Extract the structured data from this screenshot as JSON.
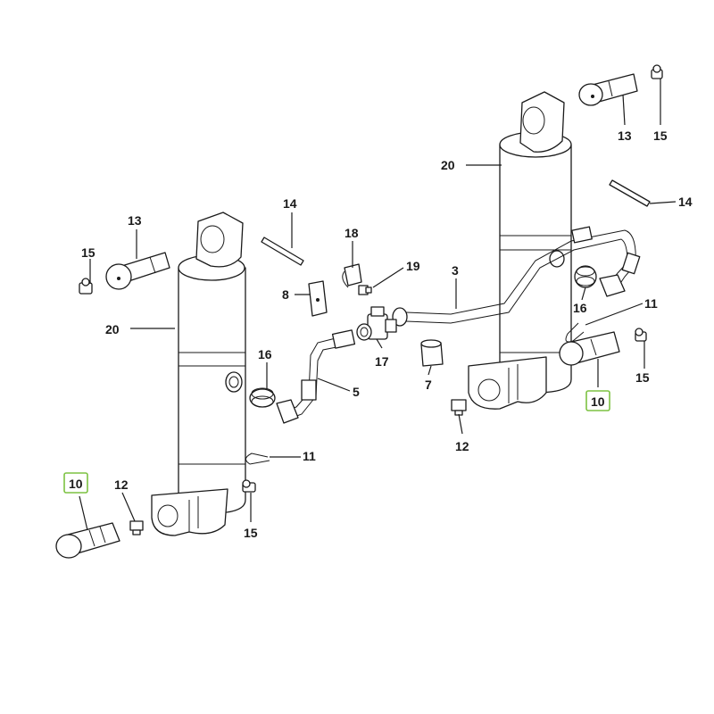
{
  "highlight_color": "#7dc242",
  "callouts": [
    {
      "id": "c20a",
      "label": "20"
    },
    {
      "id": "c20b",
      "label": "20"
    },
    {
      "id": "c13a",
      "label": "13"
    },
    {
      "id": "c13b",
      "label": "13"
    },
    {
      "id": "c15a",
      "label": "15"
    },
    {
      "id": "c15b",
      "label": "15"
    },
    {
      "id": "c15c",
      "label": "15"
    },
    {
      "id": "c15d",
      "label": "15"
    },
    {
      "id": "c14a",
      "label": "14"
    },
    {
      "id": "c14b",
      "label": "14"
    },
    {
      "id": "c18",
      "label": "18"
    },
    {
      "id": "c19",
      "label": "19"
    },
    {
      "id": "c8",
      "label": "8"
    },
    {
      "id": "c3",
      "label": "3"
    },
    {
      "id": "c16a",
      "label": "16"
    },
    {
      "id": "c16b",
      "label": "16"
    },
    {
      "id": "c17",
      "label": "17"
    },
    {
      "id": "c5",
      "label": "5"
    },
    {
      "id": "c7",
      "label": "7"
    },
    {
      "id": "c11a",
      "label": "11"
    },
    {
      "id": "c11b",
      "label": "11"
    },
    {
      "id": "c12a",
      "label": "12"
    },
    {
      "id": "c12b",
      "label": "12"
    },
    {
      "id": "c10a",
      "label": "10",
      "highlighted": true
    },
    {
      "id": "c10b",
      "label": "10",
      "highlighted": true
    }
  ]
}
